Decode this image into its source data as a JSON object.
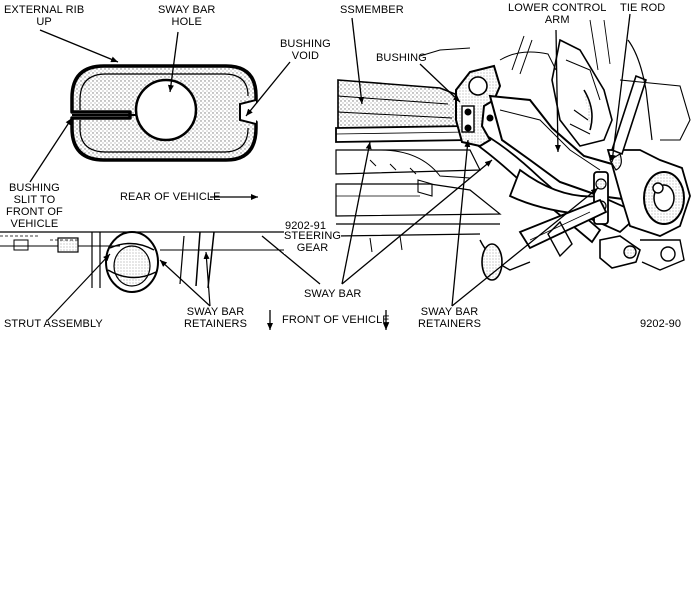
{
  "colors": {
    "ink": "#000000",
    "paper": "#ffffff",
    "stipple": "#9a9a9a"
  },
  "labels": {
    "external_rib_up": {
      "line1": "EXTERNAL RIB",
      "line2": "UP"
    },
    "sway_bar_hole": {
      "line1": "SWAY BAR",
      "line2": "HOLE"
    },
    "bushing_void": {
      "line1": "BUSHING",
      "line2": "VOID"
    },
    "bushing_slit": {
      "line1": "BUSHING",
      "line2": "SLIT TO",
      "line3": "FRONT OF",
      "line4": "VEHICLE"
    },
    "rear_of_vehicle": "REAR OF VEHICLE",
    "figure_9202_91": "9202-91",
    "crossmember": "SSMEMBER",
    "bushing": "BUSHING",
    "lower_control_arm": {
      "line1": "LOWER CONTROL",
      "line2": "ARM"
    },
    "tie_rod": "TIE ROD",
    "steering_gear": {
      "line1": "STEERING",
      "line2": "GEAR"
    },
    "sway_bar": "SWAY BAR",
    "strut_assembly": "STRUT ASSEMBLY",
    "sway_bar_retainers_left": {
      "line1": "SWAY BAR",
      "line2": "RETAINERS"
    },
    "front_of_vehicle": "FRONT OF VEHICLE",
    "sway_bar_retainers_right": {
      "line1": "SWAY BAR",
      "line2": "RETAINERS"
    },
    "figure_9202_90": "9202-90"
  }
}
